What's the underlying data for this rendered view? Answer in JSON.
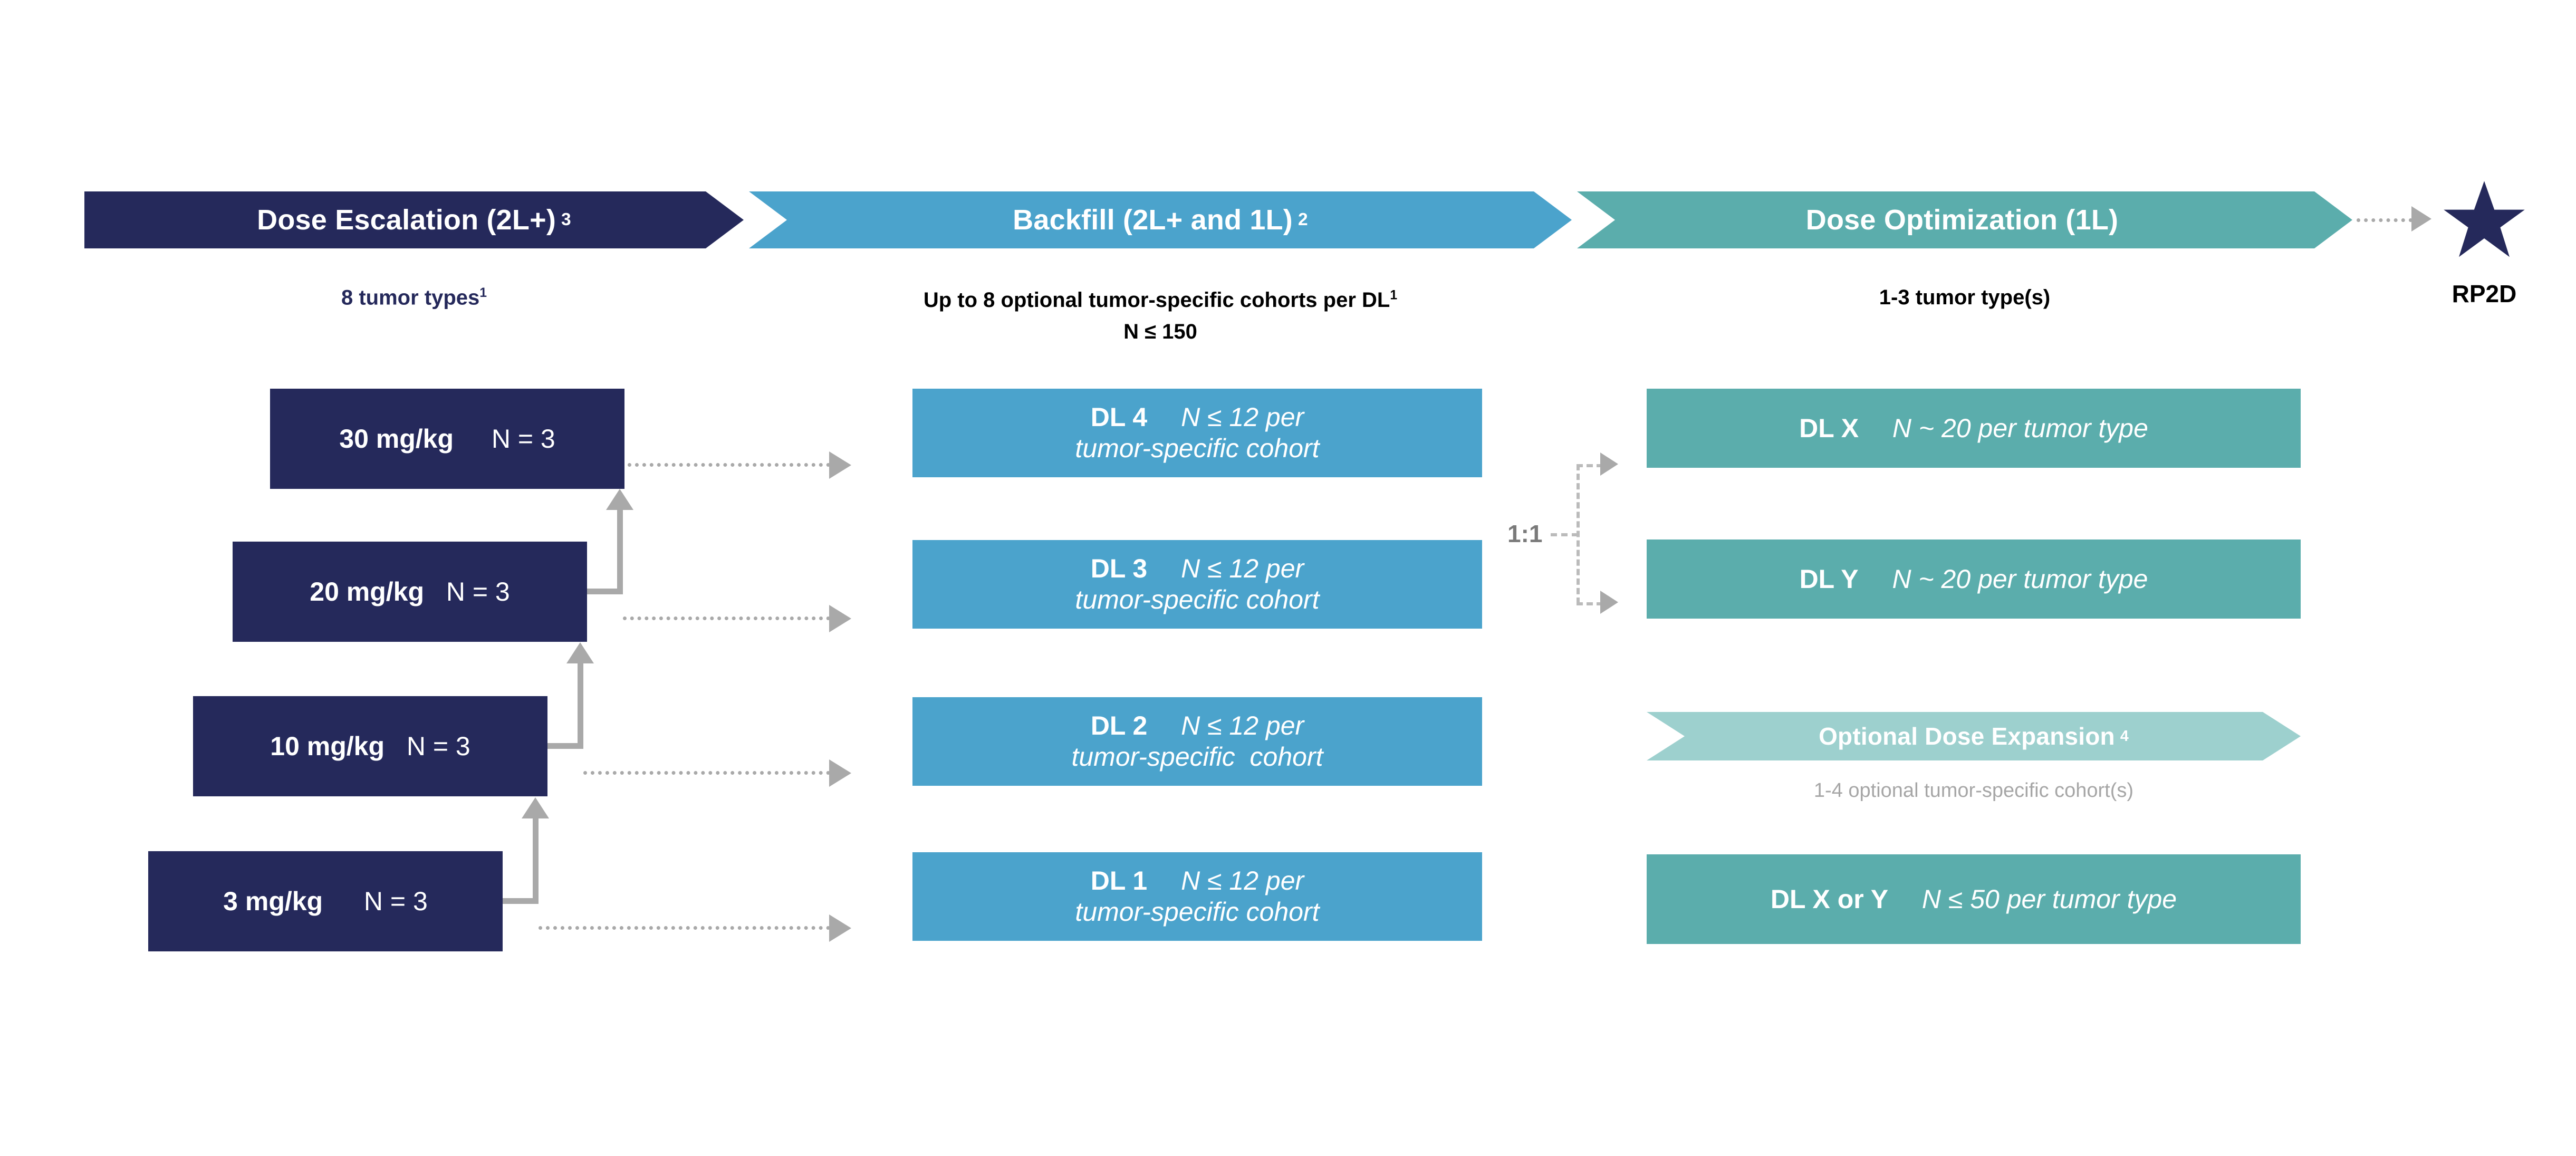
{
  "phases": [
    {
      "id": "dose-escalation",
      "title": "Dose Escalation (2L+)",
      "superscript": "3",
      "color": "#25295B",
      "caption": "8 tumor types",
      "caption_superscript": "1",
      "caption_color": "#25295B",
      "caption2": ""
    },
    {
      "id": "backfill",
      "title": "Backfill (2L+ and 1L)",
      "superscript": "2",
      "color": "#4BA3CC",
      "caption": "Up to 8 optional tumor-specific cohorts per DL",
      "caption_superscript": "1",
      "caption_color": "#000000",
      "caption2": "N ≤ 150"
    },
    {
      "id": "dose-optimization",
      "title": "Dose Optimization (1L)",
      "superscript": "",
      "color": "#5BADAC",
      "caption": "1-3 tumor type(s)",
      "caption_superscript": "",
      "caption_color": "#000000",
      "caption2": ""
    }
  ],
  "escalation_boxes": [
    {
      "dose": "30 mg/kg",
      "n": "N = 3"
    },
    {
      "dose": "20 mg/kg",
      "n": "N = 3"
    },
    {
      "dose": "10 mg/kg",
      "n": "N = 3"
    },
    {
      "dose": "3 mg/kg",
      "n": "N = 3"
    }
  ],
  "backfill_boxes": [
    {
      "level": "DL 4",
      "line1": "N ≤ 12 per",
      "line2": "tumor-specific cohort"
    },
    {
      "level": "DL 3",
      "line1": "N ≤ 12 per",
      "line2": "tumor-specific cohort"
    },
    {
      "level": "DL 2",
      "line1": "N ≤ 12 per",
      "line2": "tumor-specific  cohort"
    },
    {
      "level": "DL 1",
      "line1": "N ≤ 12 per",
      "line2": "tumor-specific cohort"
    }
  ],
  "optimization_boxes": [
    {
      "level": "DL X",
      "detail": "N ~ 20 per tumor type"
    },
    {
      "level": "DL Y",
      "detail": "N ~ 20 per tumor type"
    }
  ],
  "randomization": {
    "label": "1:1"
  },
  "expansion": {
    "title": "Optional Dose Expansion",
    "superscript": "4",
    "color": "#9DD0CE",
    "caption": "1-4 optional tumor-specific cohort(s)",
    "box": {
      "level": "DL X or Y",
      "detail": "N ≤ 50 per tumor type"
    }
  },
  "endpoint": {
    "label": "RP2D",
    "star_color": "#25295B"
  },
  "colors": {
    "navy": "#25295B",
    "blue": "#4BA3CC",
    "teal": "#5BADAC",
    "light_teal": "#9DD0CE",
    "gray_arrow": "#A9A9A9",
    "gray_caption": "#A6A6A6"
  }
}
